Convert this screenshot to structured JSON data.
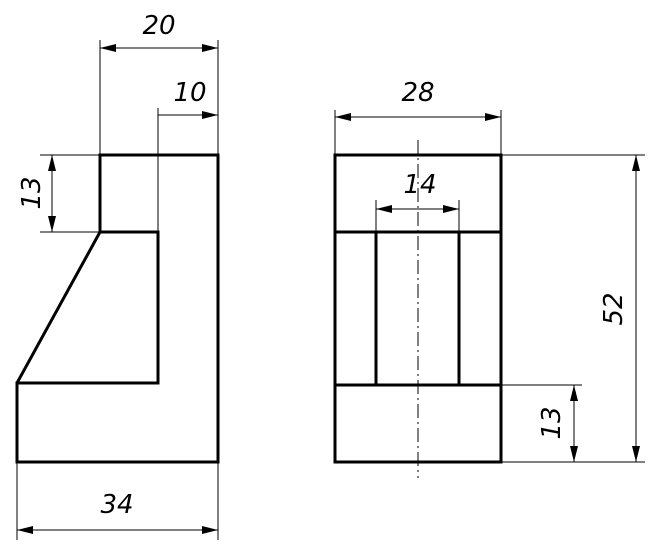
{
  "drawing": {
    "colors": {
      "line": "#000000",
      "background": "#ffffff"
    },
    "dimensions": {
      "side_width_top": "20",
      "side_width_inner": "10",
      "side_step_height": "13",
      "side_base_width": "34",
      "front_width": "28",
      "front_slot_width": "14",
      "front_height": "52",
      "front_base_height": "13"
    }
  }
}
